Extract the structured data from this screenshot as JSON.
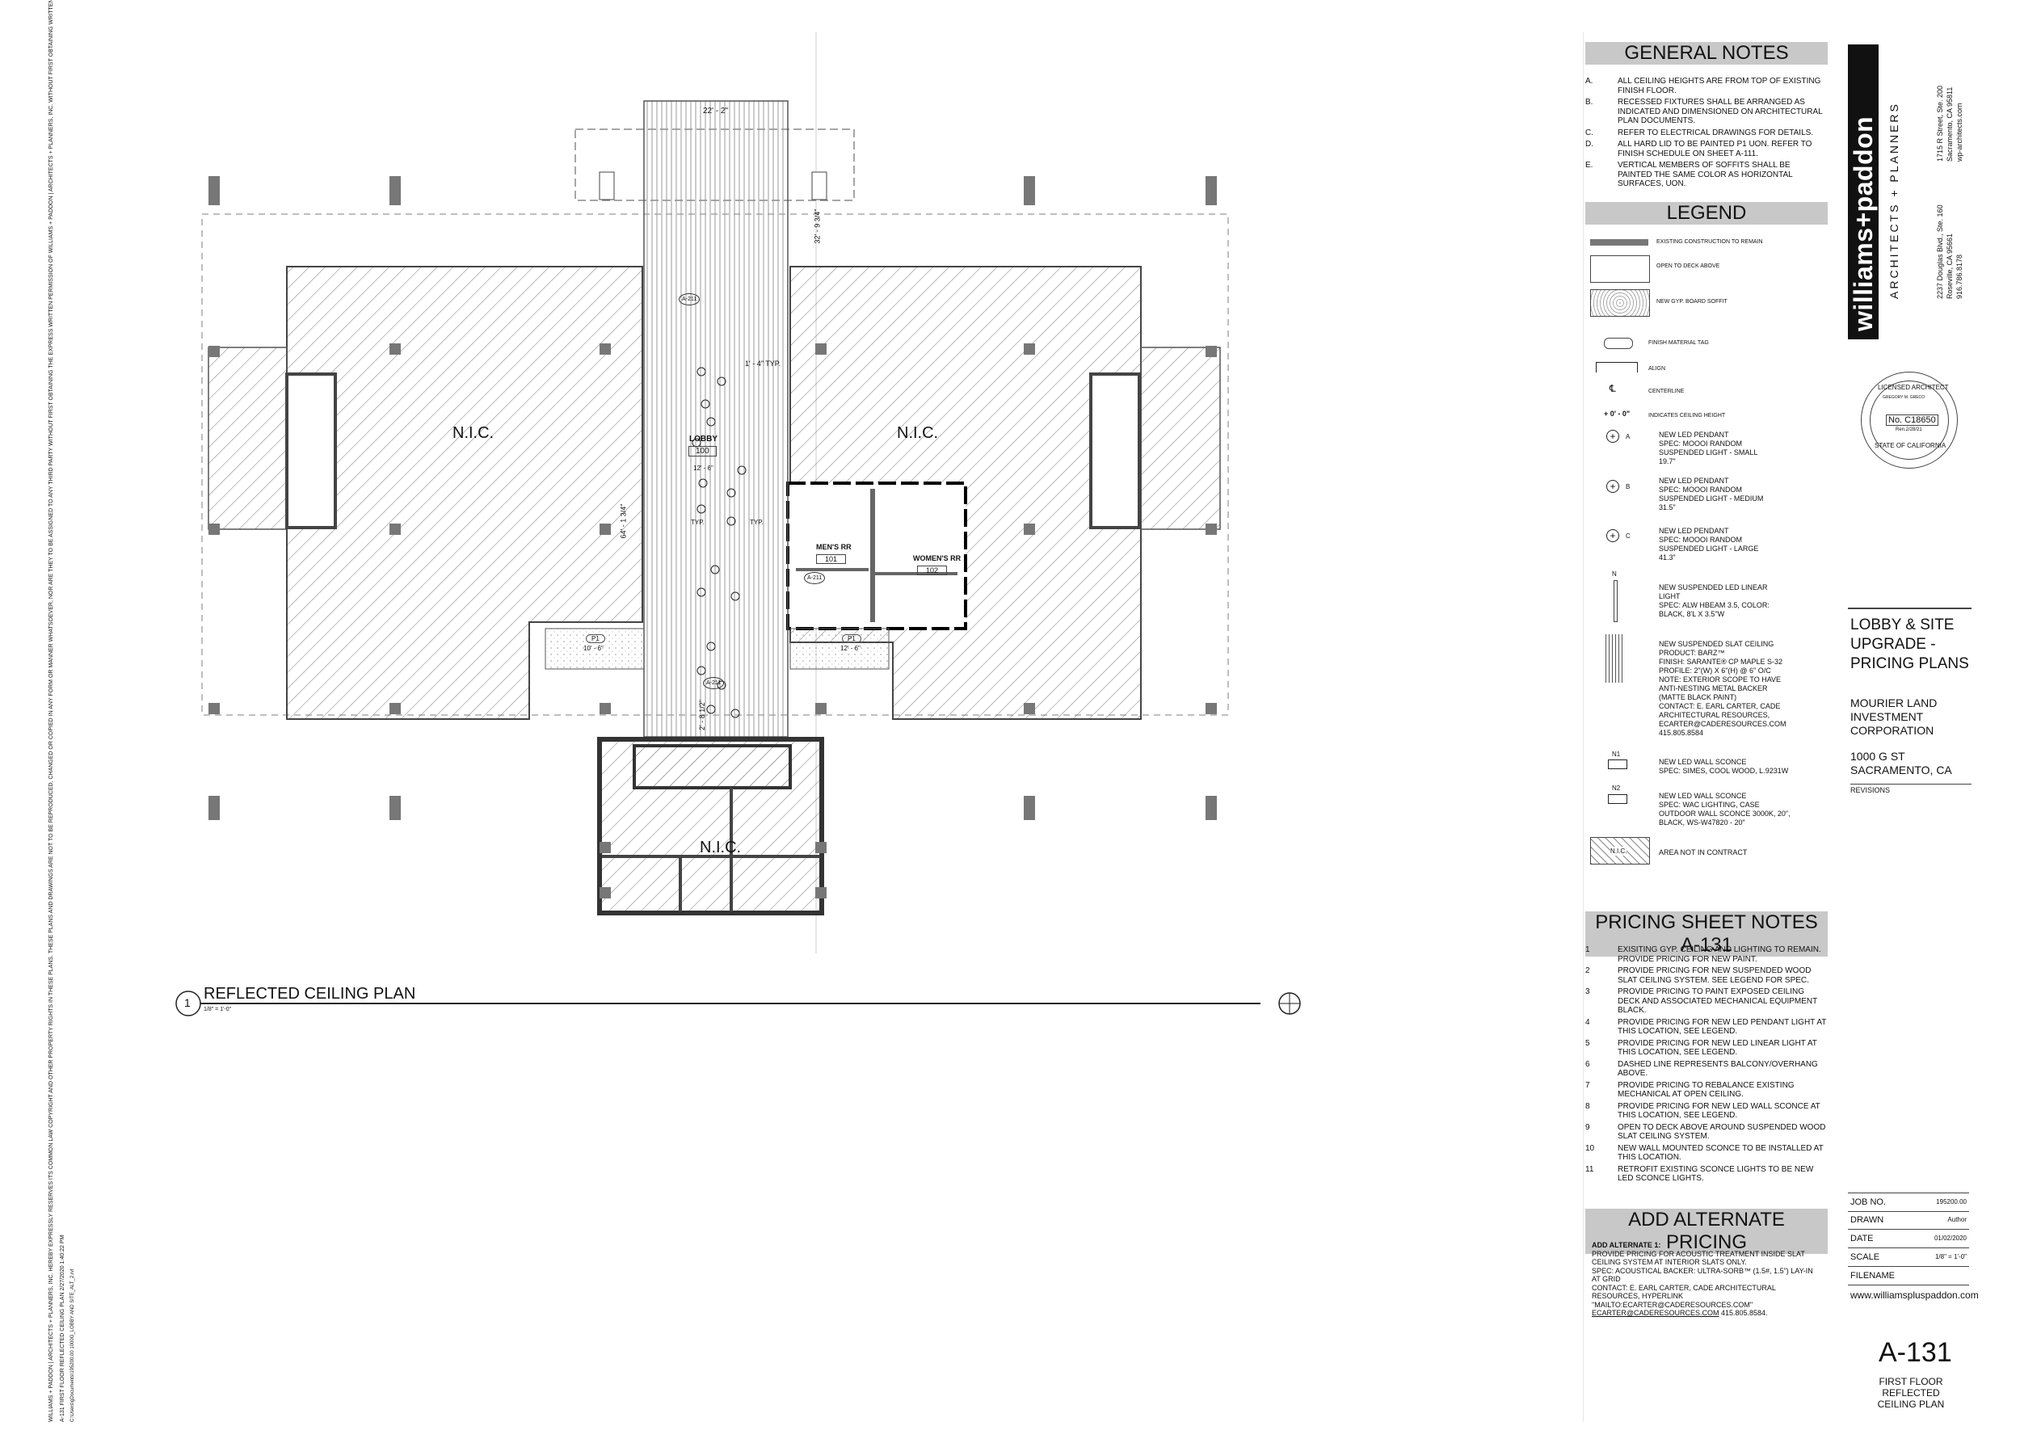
{
  "general_notes": {
    "title": "GENERAL NOTES",
    "items": [
      {
        "k": "A.",
        "t": "ALL CEILING HEIGHTS ARE FROM TOP OF EXISTING FINISH FLOOR."
      },
      {
        "k": "B.",
        "t": "RECESSED FIXTURES SHALL BE ARRANGED AS INDICATED AND DIMENSIONED ON ARCHITECTURAL PLAN DOCUMENTS."
      },
      {
        "k": "C.",
        "t": "REFER TO ELECTRICAL DRAWINGS FOR DETAILS."
      },
      {
        "k": "D.",
        "t": "ALL HARD LID TO BE PAINTED  P1  UON. REFER TO FINISH SCHEDULE ON SHEET A-111."
      },
      {
        "k": "E.",
        "t": "VERTICAL MEMBERS OF SOFFITS SHALL BE PAINTED THE SAME COLOR AS HORIZONTAL SURFACES, UON."
      }
    ]
  },
  "legend": {
    "title": "LEGEND",
    "existing": "EXISTING CONSTRUCTION TO REMAIN",
    "open_deck": "OPEN TO DECK ABOVE",
    "gyp_soffit": "NEW GYP. BOARD SOFFIT",
    "finish_tag": "FINISH MATERIAL TAG",
    "align": "ALIGN",
    "centerline": "CENTERLINE",
    "ceiling_height_symbol": "+ 0' - 0\"",
    "ceiling_height": "INDICATES CEILING HEIGHT",
    "pendant_a_tag": "A",
    "pendant_a": "NEW LED PENDANT\nSPEC: MOOOI RANDOM\nSUSPENDED LIGHT - SMALL\n19.7\"",
    "pendant_b_tag": "B",
    "pendant_b": "NEW LED PENDANT\nSPEC: MOOOI RANDOM\nSUSPENDED LIGHT - MEDIUM\n31.5\"",
    "pendant_c_tag": "C",
    "pendant_c": "NEW LED PENDANT\nSPEC: MOOOI RANDOM\nSUSPENDED LIGHT - LARGE\n41.3\"",
    "linear_tag": "N",
    "linear": "NEW SUSPENDED LED LINEAR LIGHT\nSPEC: ALW HBEAM 3.5, COLOR: BLACK, 8'L X 3.5\"W",
    "slat": "NEW SUSPENDED SLAT CEILING\nPRODUCT: BARZ™\nFINISH: SARANTE® CP MAPLE S-32\nPROFILE: 2\"(W) X 6\"(H) @ 6\" O/C\nNOTE: EXTERIOR SCOPE TO HAVE ANTI-NESTING METAL BACKER (MATTE BLACK PAINT)\nCONTACT: E. EARL CARTER, CADE ARCHITECTURAL RESOURCES,\nECARTER@CADERESOURCES.COM\n415.805.8584",
    "n1_tag": "N1",
    "n1": "NEW LED WALL SCONCE\nSPEC: SIMES, COOL WOOD, L.9231W",
    "n2_tag": "N2",
    "n2": "NEW LED WALL SCONCE\nSPEC: WAC LIGHTING, CASE OUTDOOR WALL SCONCE 3000K, 20\", BLACK, WS-W47820 - 20\"",
    "nic_tag": "N.I.C.",
    "nic": "AREA NOT IN CONTRACT"
  },
  "pricing_notes": {
    "title": "PRICING SHEET NOTES A-131",
    "items": [
      {
        "k": "1",
        "t": "EXISITING GYP. CEILING AND LIGHTING TO REMAIN. PROVIDE PRICING FOR NEW PAINT."
      },
      {
        "k": "2",
        "t": "PROVIDE PRICING FOR NEW SUSPENDED WOOD SLAT CEILING SYSTEM. SEE LEGEND FOR SPEC."
      },
      {
        "k": "3",
        "t": "PROVIDE PRICING TO PAINT EXPOSED CEILING DECK AND ASSOCIATED MECHANICAL EQUIPMENT BLACK."
      },
      {
        "k": "4",
        "t": "PROVIDE PRICING FOR NEW LED PENDANT LIGHT AT THIS LOCATION,  SEE LEGEND."
      },
      {
        "k": "5",
        "t": "PROVIDE PRICING FOR NEW LED LINEAR LIGHT AT THIS LOCATION,  SEE LEGEND."
      },
      {
        "k": "6",
        "t": "DASHED LINE REPRESENTS BALCONY/OVERHANG ABOVE."
      },
      {
        "k": "7",
        "t": "PROVIDE PRICING TO REBALANCE EXISTING MECHANICAL AT OPEN CEILING."
      },
      {
        "k": "8",
        "t": "PROVIDE PRICING FOR NEW LED WALL SCONCE AT THIS LOCATION, SEE LEGEND."
      },
      {
        "k": "9",
        "t": "OPEN TO DECK ABOVE AROUND SUSPENDED WOOD SLAT CEILING SYSTEM."
      },
      {
        "k": "10",
        "t": "NEW WALL MOUNTED SCONCE TO BE INSTALLED AT THIS LOCATION."
      },
      {
        "k": "11",
        "t": "RETROFIT EXISTING SCONCE LIGHTS TO BE NEW LED SCONCE LIGHTS."
      }
    ]
  },
  "alternate": {
    "title": "ADD ALTERNATE PRICING",
    "heading": "ADD ALTERNATE 1:",
    "body": "PROVIDE PRICING FOR ACOUSTIC TREATMENT INSIDE SLAT CEILING SYSTEM AT INTERIOR SLATS ONLY.\nSPEC: ACOUSTICAL BACKER: ULTRA-SORB™ (1.5#, 1.5\") LAY-IN AT GRID\nCONTACT: E. EARL CARTER, CADE ARCHITECTURAL RESOURCES, HYPERLINK \"MAILTO:ECARTER@CADERESOURCES.COM\"",
    "email": "ECARTER@CADERESOURCES.COM",
    "phone": " 415.805.8584."
  },
  "firm": {
    "logo": "williams+paddon",
    "tagline": "ARCHITECTS + PLANNERS",
    "addr1": "1715 R Street,  Ste. 200",
    "addr2": "Sacramento, CA 95811",
    "web1": "wp-architects.com",
    "addr3": "2237 Douglas Blvd., Ste. 160",
    "addr4": "Roseville, CA 95661",
    "phone": "916.786.8178",
    "website": "www.williamspluspaddon.com"
  },
  "stamp": {
    "top": "LICENSED ARCHITECT",
    "name": "GREGORY M. GRECO",
    "number": "No. C18650",
    "renewal": "Ren.2/28/21",
    "bottom": "STATE OF CALIFORNIA"
  },
  "project": {
    "title_1": "LOBBY & SITE",
    "title_2": "UPGRADE -",
    "title_3": "PRICING PLANS",
    "client_1": "MOURIER LAND",
    "client_2": "INVESTMENT",
    "client_3": "CORPORATION",
    "address_1": "1000 G ST",
    "address_2": "SACRAMENTO, CA",
    "revisions": "REVISIONS"
  },
  "title_block": {
    "job_label": "JOB NO.",
    "job": "195200.00",
    "drawn_label": "DRAWN",
    "drawn": "Author",
    "date_label": "DATE",
    "date": "01/02/2020",
    "scale_label": "SCALE",
    "scale": "1/8\" = 1'-0\"",
    "filename_label": "FILENAME",
    "sheet": "A-131",
    "sheet_title_1": "FIRST FLOOR REFLECTED",
    "sheet_title_2": "CEILING PLAN"
  },
  "drawing": {
    "number": "1",
    "title": "REFLECTED CEILING PLAN",
    "scale": "1/8\" = 1'-0\"",
    "nic": "N.I.C.",
    "lobby": "LOBBY",
    "lobby_no": "100",
    "lobby_height": "12' - 6\"",
    "mens": "MEN'S RR",
    "mens_no": "101",
    "womens": "WOMEN'S RR",
    "womens_no": "102",
    "dim_top": "22' - 2\"",
    "dim_1": "32' - 9 3/4\"",
    "dim_2": "1' - 4\" TYP.",
    "dim_3": "64' - 1 3/4\"",
    "dim_4": "2' - 8 1/2\"",
    "p1": "P1",
    "p1_height": "10' - 6\"",
    "p1_height_r": "12' - 6\"",
    "typ": "TYP.",
    "ref_a211": "A-211"
  },
  "side_text": {
    "copyright": "WILLIAMS + PADDON | ARCHITECTS + PLANNERS, INC. HEREBY EXPRESSLY RESERVES ITS COMMON LAW COPYRIGHT AND OTHER PROPERTY RIGHTS IN THESE PLANS.  THESE PLANS AND DRAWINGS ARE NOT TO BE REPRODUCED, CHANGED OR COPIED IN ANY FORM OR MANNER WHATSOEVER, NOR ARE THEY TO BE ASSIGNED TO ANY THIRD PARTY WITHOUT FIRST OBTAINING THE EXPRESS WRITTEN PERMISSION OF WILLIAMS + PADDON | ARCHITECTS + PLANNERS, INC. WITHOUT FIRST OBTAINING WRITTEN PERMISSION AND CONSENT.",
    "sheet_ref": "A-131 FIRST FLOOR REFLECTED CEILING PLAN    2/27/2020 1:40:22 PM",
    "path": "C:\\Users\\gDocuments\\195200.00 1000G_LOBBY AND SITE_ALT_2.rvt"
  }
}
